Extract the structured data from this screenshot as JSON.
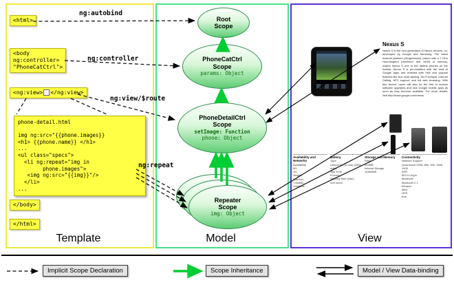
{
  "colors": {
    "template_border": "#efe93f",
    "model_border": "#46e08a",
    "view_border": "#5b2fd4",
    "chip_fill": "#ffff45",
    "scope_fill_bottom": "#5ecb74",
    "inheritance_arrow": "#00cc33",
    "arrow_black": "#000000"
  },
  "template_panel": {
    "label": "Template",
    "chips": {
      "html_open": "<html>",
      "body_open_lines": [
        "<body",
        "ng:controller=",
        "\"PhoneCatCtrl\">"
      ],
      "ngview_open": "<ng:view>",
      "ngview_close": "</ng:view>",
      "body_close": "</body>",
      "html_close": "</html>"
    },
    "labels": {
      "autobind": "ng:autobind",
      "controller": "ng:controller",
      "view_route": "ng:view/$route",
      "repeat": "ng:repeat"
    },
    "code_box": {
      "lines": [
        "phone-detail.html",
        "",
        "img ng:src=\"{{phone.images}}",
        "<h1> {{phone.name}} </h1>",
        "...",
        "<ul class=\"specs\">",
        "  <li ng:repeat=\"img in",
        "        phone.images\">",
        "   <img ng:src=\"{{img}}\"/>",
        "  </li>",
        "..."
      ]
    }
  },
  "model_panel": {
    "label": "Model",
    "scopes": {
      "root": {
        "line1": "Root",
        "line2": "Scope"
      },
      "phonecat": {
        "line1": "PhoneCatCtrl",
        "line2": "Scope",
        "code1": "params: Object"
      },
      "phonedetail": {
        "line1": "PhoneDetailCtrl",
        "line2": "Scope",
        "code1": "setImage: Function",
        "code2": "phone: Object"
      },
      "repeater": {
        "line1": "Repeater",
        "line2": "Scope",
        "code1": "img: Object"
      }
    }
  },
  "view_panel": {
    "label": "View",
    "phone_title": "Nexus S",
    "phone_description": "Nexus S is the next generation of Nexus devices, co-developed by Google and Samsung. The latest Android platform (Gingerbread), paired with a 1 GHz Hummingbird processor and 16GB of memory, makes Nexus S one of the fastest phones on the market. Nexus S is pre-installed with the best of Google apps and enabled with new and popular features like true multi-tasking, Wi-Fi hotspot, Internet Calling, NFC support, and full web browsing. With this device, users will also be the first to receive software upgrades and new Google mobile apps as soon as they become available. For more details, visit http://www.google.com/nexus.",
    "specs": [
      {
        "header": "Availability and Networks",
        "rows": [
          "Availability",
          "M1,",
          "O2,",
          "Singtel,",
          "StarHub,",
          "T-Mobile,",
          "Vodafone"
        ]
      },
      {
        "header": "Battery",
        "rows": [
          "Type",
          "Lithium Ion (Li-Ion) (1500 mAh)",
          "Talk Time",
          "6 hours",
          "Standby time (max)",
          "428 hours"
        ]
      },
      {
        "header": "Storage and Memory",
        "rows": [
          "RAM",
          "512MB",
          "Internal Storage",
          "16384MB"
        ]
      },
      {
        "header": "Connectivity",
        "rows": [
          "Network Support",
          "Quad-band GSM: 850, 900, 1800, 1900",
          "WiFi",
          "802.11 b/g/n",
          "Bluetooth",
          "Bluetooth 2.1",
          "Infrared",
          "false",
          "GPS",
          "true"
        ]
      }
    ]
  },
  "legend": {
    "implicit": "Implicit Scope Declaration",
    "inheritance": "Scope Inheritance",
    "binding": "Model / View Data-binding"
  }
}
